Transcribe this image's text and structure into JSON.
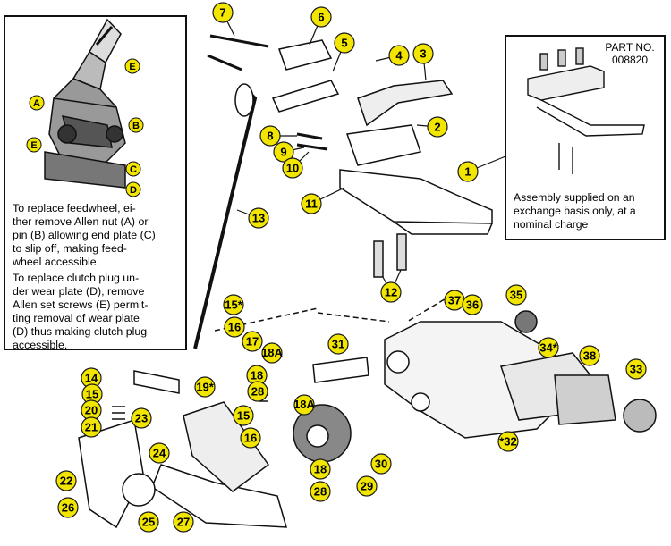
{
  "inset_left": {
    "letters": [
      "A",
      "B",
      "C",
      "D",
      "E",
      "E"
    ],
    "instruction_1": [
      "To replace feedwheel, ei-",
      "ther remove Allen nut (A) or",
      "pin (B) allowing end plate (C)",
      "to slip off, making feed-",
      "wheel accessible."
    ],
    "instruction_2": [
      "To replace clutch plug un-",
      "der wear plate (D), remove",
      "Allen set screws (E) permit-",
      "ting removal of wear plate",
      "(D) thus making clutch plug",
      "accessible."
    ]
  },
  "inset_right": {
    "part_label": "PART NO.",
    "part_number": "008820",
    "note": [
      "Assembly supplied on an",
      "exchange basis only, at a",
      "nominal charge"
    ]
  },
  "callouts": [
    "7",
    "6",
    "5",
    "3",
    "4",
    "2",
    "8",
    "9",
    "10",
    "1",
    "11",
    "13",
    "12",
    "37",
    "36",
    "35",
    "15*",
    "16",
    "17",
    "18A",
    "31",
    "34*",
    "38",
    "14",
    "15",
    "20",
    "21",
    "23",
    "19*",
    "18",
    "28",
    "15",
    "16",
    "24",
    "18A",
    "33",
    "30",
    "*32",
    "22",
    "18",
    "29",
    "28",
    "26",
    "25",
    "27"
  ],
  "colors": {
    "callout_fill": "#f2e600",
    "callout_stroke": "#1a1a1a",
    "line": "#111111"
  }
}
